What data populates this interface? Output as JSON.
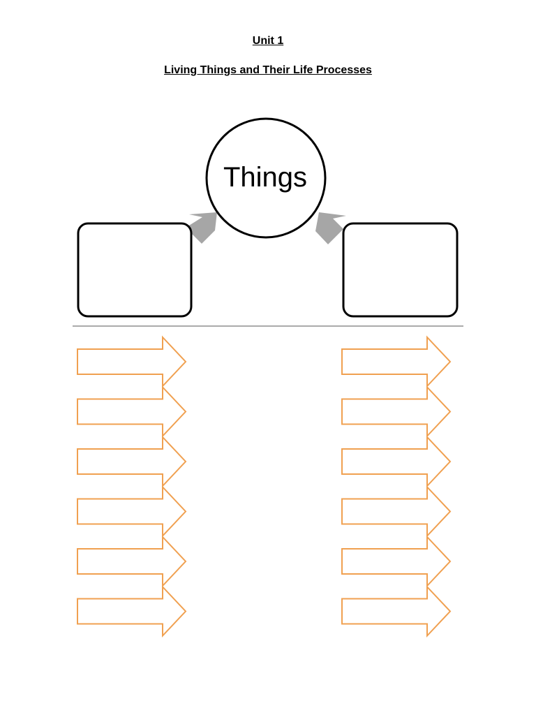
{
  "worksheet": {
    "unit_title": "Unit 1",
    "topic_title": "Living Things and Their Life Processes"
  },
  "diagram": {
    "center_label": "Things",
    "left_box_text": "",
    "right_box_text": "",
    "arrows_per_column": 6,
    "colors": {
      "arrow_outline": "#f0a050",
      "pointer_arrow": "#a6a6a6",
      "outline": "#000000",
      "divider": "#555555"
    }
  }
}
